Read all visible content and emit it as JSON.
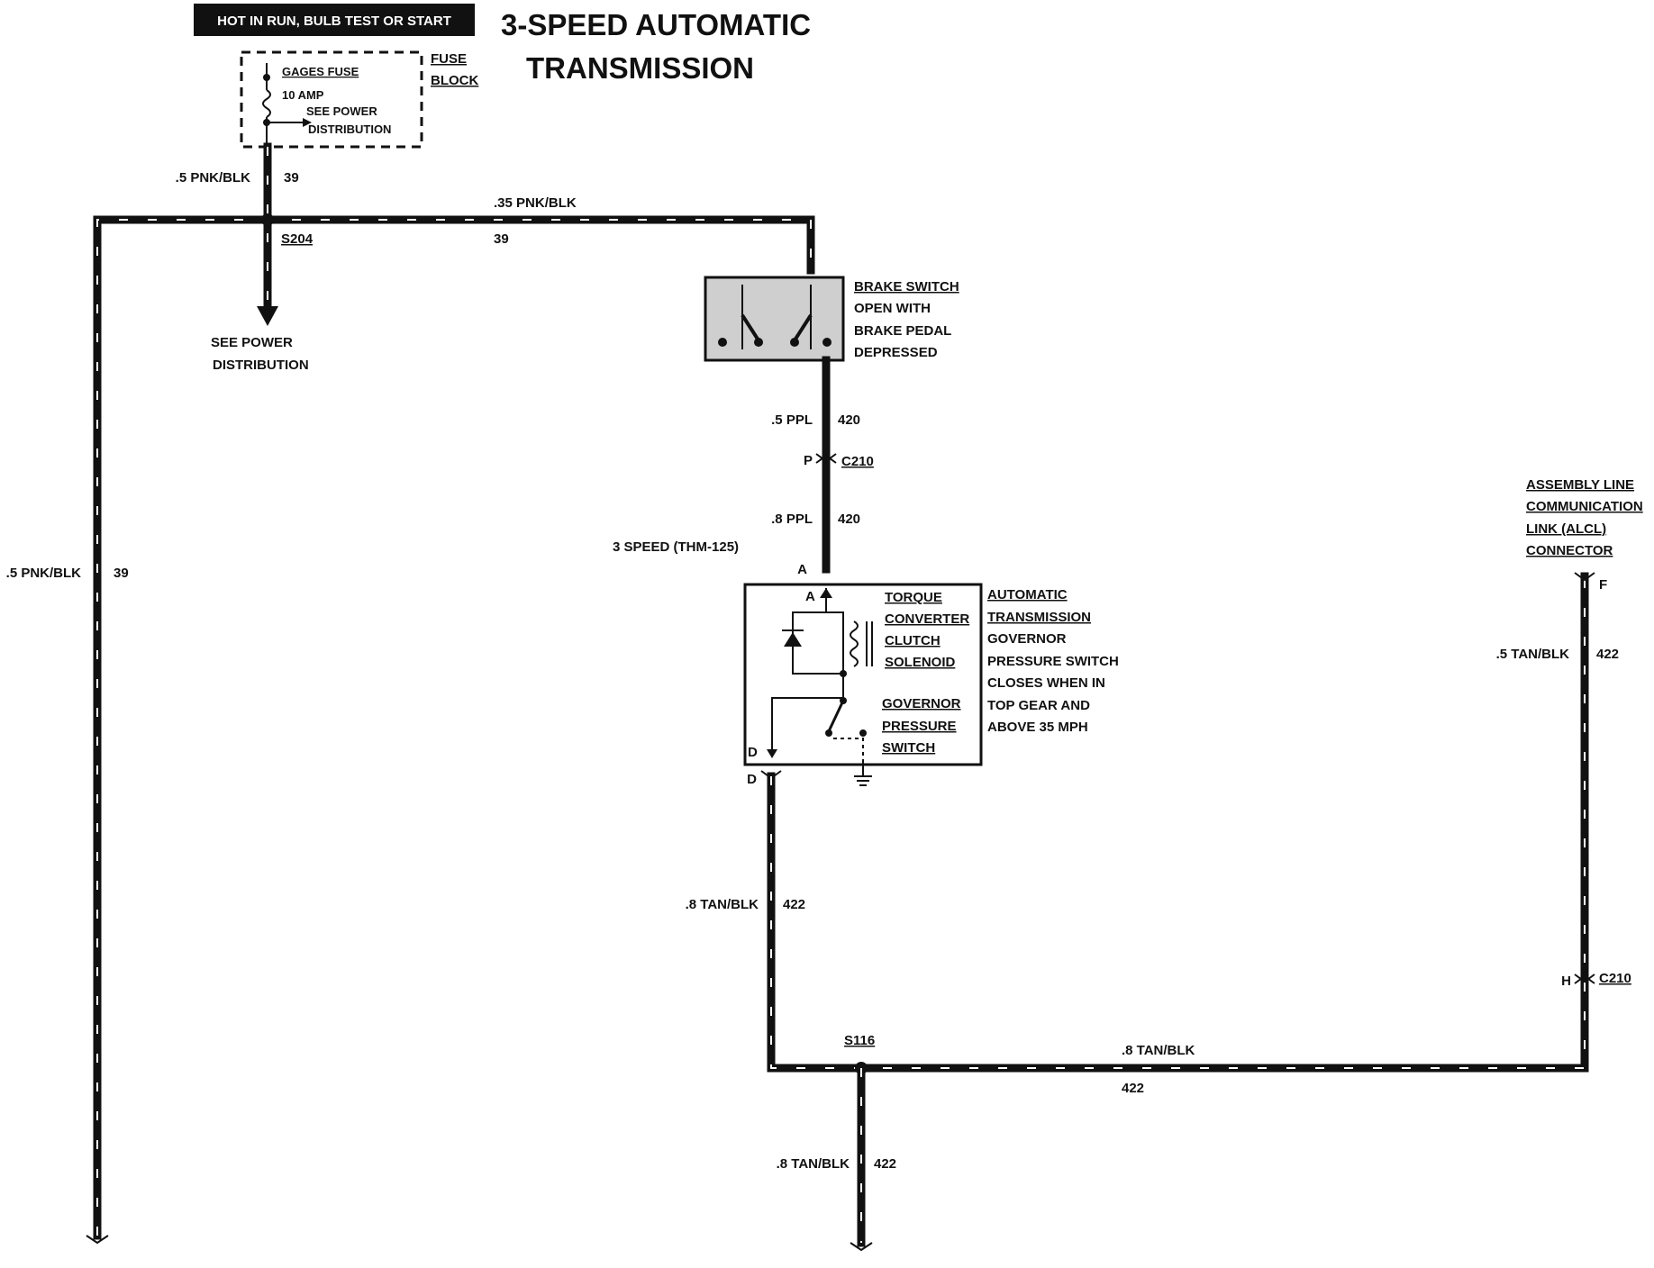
{
  "header_banner": "HOT IN RUN, BULB TEST OR START",
  "title": {
    "line1": "3-SPEED AUTOMATIC",
    "line2": "TRANSMISSION"
  },
  "fuse_block": {
    "label_line1": "FUSE",
    "label_line2": "BLOCK",
    "fuse_name": "GAGES FUSE",
    "fuse_rating": "10 AMP",
    "see_power_line1": "SEE POWER",
    "see_power_line2": "DISTRIBUTION"
  },
  "wires": {
    "fuse_out": {
      "gauge_color": ".5 PNK/BLK",
      "circuit": "39"
    },
    "top_run": {
      "gauge_color": ".35 PNK/BLK",
      "circuit": "39"
    },
    "left_run": {
      "gauge_color": ".5 PNK/BLK",
      "circuit": "39"
    },
    "brake_out": {
      "gauge_color": ".5 PPL",
      "circuit": "420"
    },
    "trans_in": {
      "gauge_color": ".8 PPL",
      "circuit": "420"
    },
    "trans_out": {
      "gauge_color": ".8 TAN/BLK",
      "circuit": "422"
    },
    "bottom_run": {
      "gauge_color": ".8 TAN/BLK",
      "circuit": "422"
    },
    "down_run": {
      "gauge_color": ".8 TAN/BLK",
      "circuit": "422"
    },
    "alcl_run": {
      "gauge_color": ".5 TAN/BLK",
      "circuit": "422"
    }
  },
  "splices": {
    "s204": "S204",
    "s116": "S116"
  },
  "see_power_distribution": {
    "line1": "SEE POWER",
    "line2": "DISTRIBUTION"
  },
  "brake_switch": {
    "line1": "BRAKE SWITCH",
    "line2": "OPEN WITH",
    "line3": "BRAKE PEDAL",
    "line4": "DEPRESSED"
  },
  "connector_c210": {
    "name": "C210",
    "pin_p": "P",
    "pin_h": "H"
  },
  "thm_note": "3 SPEED (THM-125)",
  "transmission": {
    "pin_a": "A",
    "pin_d": "D",
    "tcc_line1": "TORQUE",
    "tcc_line2": "CONVERTER",
    "tcc_line3": "CLUTCH",
    "tcc_line4": "SOLENOID",
    "gps_line1": "GOVERNOR",
    "gps_line2": "PRESSURE",
    "gps_line3": "SWITCH",
    "desc_line1": "AUTOMATIC",
    "desc_line2": "TRANSMISSION",
    "desc_line3": "GOVERNOR",
    "desc_line4": "PRESSURE SWITCH",
    "desc_line5": "CLOSES WHEN IN",
    "desc_line6": "TOP GEAR AND",
    "desc_line7": "ABOVE 35 MPH"
  },
  "alcl": {
    "line1": "ASSEMBLY LINE",
    "line2": "COMMUNICATION",
    "line3": "LINK (ALCL)",
    "line4": "CONNECTOR",
    "pin_f": "F"
  }
}
